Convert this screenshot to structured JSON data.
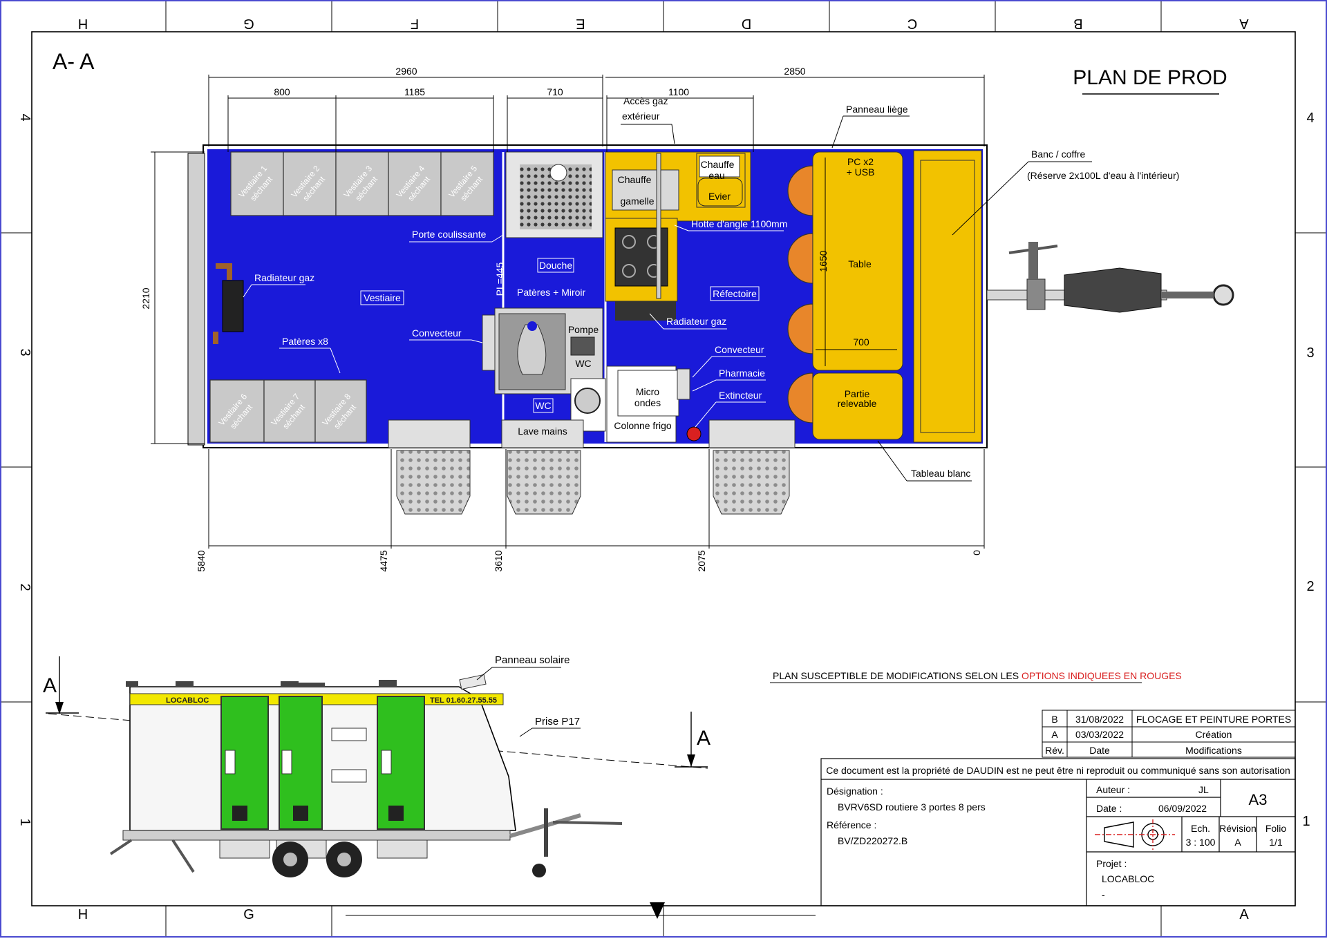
{
  "section_label": "A- A",
  "title_block_heading": "PLAN DE PROD",
  "border": {
    "cols_top": [
      "H",
      "G",
      "F",
      "E",
      "D",
      "C",
      "B",
      "A"
    ],
    "cols_bottom": [
      "H",
      "G",
      "A"
    ],
    "rows": [
      "4",
      "3",
      "2",
      "1"
    ]
  },
  "dimensions": {
    "total_left": "2960",
    "total_right": "2850",
    "d800": "800",
    "d1185": "1185",
    "d710": "710",
    "d1100": "1100",
    "height": "2210",
    "table_depth": "1650",
    "table_width": "700",
    "pl": "PL=445",
    "positions": [
      "5840",
      "4475",
      "3610",
      "2075",
      "0"
    ]
  },
  "rooms": {
    "vestiaire": "Vestiaire",
    "douche": "Douche",
    "refectoire": "Réfectoire",
    "wc": "WC"
  },
  "lockers_top": [
    {
      "l1": "Vestiaire 1",
      "l2": "séchant"
    },
    {
      "l1": "Vestiaire 2",
      "l2": "séchant"
    },
    {
      "l1": "Vestiaire 3",
      "l2": "séchant"
    },
    {
      "l1": "Vestiaire 4",
      "l2": "séchant"
    },
    {
      "l1": "Vestiaire 5",
      "l2": "séchant"
    }
  ],
  "lockers_bottom": [
    {
      "l1": "Vestiaire 6",
      "l2": "séchant"
    },
    {
      "l1": "Vestiaire 7",
      "l2": "séchant"
    },
    {
      "l1": "Vestiaire 8",
      "l2": "séchant"
    }
  ],
  "labels": {
    "radiateur_gaz_1": "Radiateur gaz",
    "pateres_x8": "Patères x8",
    "porte_coulissante": "Porte coulissante",
    "pateres_miroir": "Patères + Miroir",
    "convecteur_1": "Convecteur",
    "pompe": "Pompe",
    "wc_box": "WC",
    "lave_mains": "Lave mains",
    "acces_gaz_1": "Accès gaz",
    "acces_gaz_2": "extérieur",
    "chauffe_gamelle_1": "Chauffe",
    "chauffe_gamelle_2": "gamelle",
    "chauffe_eau_1": "Chauffe",
    "chauffe_eau_2": "eau",
    "evier": "Evier",
    "hotte": "Hotte d'angle 1100mm",
    "radiateur_gaz_2": "Radiateur gaz",
    "convecteur_2": "Convecteur",
    "pharmacie": "Pharmacie",
    "extincteur": "Extincteur",
    "micro_ondes_1": "Micro",
    "micro_ondes_2": "ondes",
    "colonne_frigo": "Colonne frigo",
    "panneau_liege": "Panneau liège",
    "pc_1": "PC x2",
    "pc_2": "+ USB",
    "table": "Table",
    "partie_1": "Partie",
    "partie_2": "relevable",
    "tableau_blanc": "Tableau blanc",
    "banc_coffre": "Banc / coffre",
    "reserve": "(Réserve 2x100L d'eau à l'intérieur)"
  },
  "side_view": {
    "section_marker": "A",
    "brand": "LOCABLOC",
    "phone": "TEL 01.60.27.55.55",
    "panneau_solaire": "Panneau solaire",
    "prise": "Prise P17"
  },
  "note_prefix": "PLAN SUSCEPTIBLE DE MODIFICATIONS SELON LES ",
  "note_red": "OPTIONS INDIQUEES EN ROUGES",
  "revisions": [
    {
      "rev": "B",
      "date": "31/08/2022",
      "mod": "FLOCAGE ET PEINTURE PORTES"
    },
    {
      "rev": "A",
      "date": "03/03/2022",
      "mod": "Création"
    }
  ],
  "revision_headers": {
    "rev": "Rév.",
    "date": "Date",
    "mod": "Modifications"
  },
  "title_block": {
    "copyright": "Ce document est la propriété de DAUDIN est ne peut être ni reproduit ou communiqué sans son autorisation",
    "designation_label": "Désignation :",
    "designation": "BVRV6SD routiere 3 portes 8 pers",
    "reference_label": "Référence :",
    "reference": "BV/ZD220272.B",
    "auteur_label": "Auteur :",
    "auteur": "JL",
    "date_label": "Date :",
    "date": "06/09/2022",
    "format": "A3",
    "ech_label": "Ech.",
    "ech": "3 : 100",
    "revision_label": "Révision",
    "revision": "A",
    "folio_label": "Folio",
    "folio": "1/1",
    "projet_label": "Projet :",
    "projet": "LOCABLOC",
    "projet_sub": "-"
  },
  "colors": {
    "blue": "#1a1ad9",
    "yellow": "#f2c200",
    "orange": "#e8862a",
    "green": "#2fbf1e",
    "grey": "#c9c9c9",
    "red": "#d92020"
  }
}
